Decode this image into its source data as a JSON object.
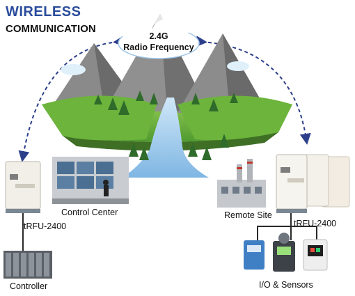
{
  "header": {
    "title_line1": "WIRELESS",
    "title_line2": "COMMUNICATION"
  },
  "cloud": {
    "line1": "2.4G",
    "line2": "Radio Frequency"
  },
  "labels": {
    "control_center": "Control Center",
    "trfu_left": "tRFU-2400",
    "controller": "Controller",
    "remote_site": "Remote Site",
    "trfu_right": "tRFU-2400",
    "io_sensors": "I/O & Sensors"
  },
  "colors": {
    "title_blue": "#2a4d9c",
    "grass": "#7cc24a",
    "mountain": "#7a7a7a",
    "river": "#8fc3ea",
    "arrow": "#2c3f8a"
  }
}
